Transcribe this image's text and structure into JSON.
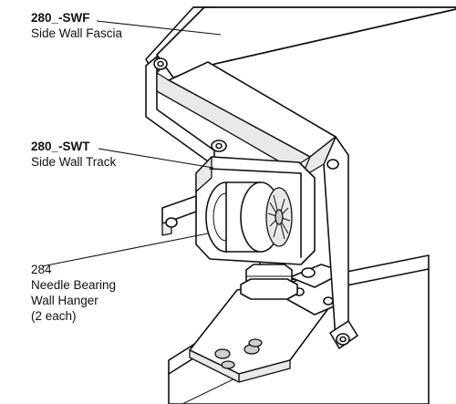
{
  "callouts": {
    "fascia": {
      "part_number": "280_-SWF",
      "name": "Side Wall Fascia"
    },
    "track": {
      "part_number": "280_-SWT",
      "name": "Side Wall Track"
    },
    "hanger": {
      "part_number": "284",
      "line1": "Needle Bearing",
      "line2": "Wall Hanger",
      "line3": "(2 each)"
    }
  }
}
